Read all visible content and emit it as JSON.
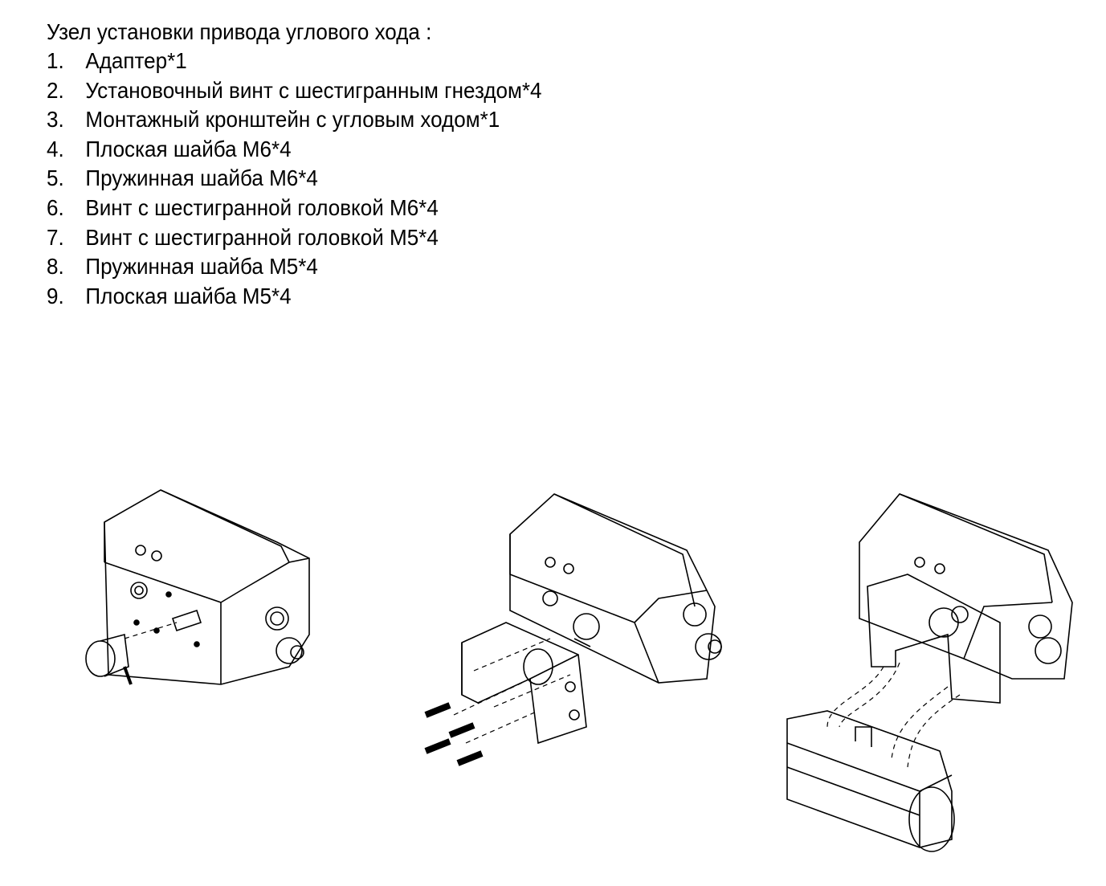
{
  "heading": "Узел установки привода углового хода :",
  "items": [
    {
      "num": "1.",
      "text": "Адаптер*1"
    },
    {
      "num": "2.",
      "text": "Установочный винт с шестигранным гнездом*4"
    },
    {
      "num": "3.",
      "text": "Монтажный кронштейн с угловым ходом*1"
    },
    {
      "num": "4.",
      "text": "Плоская шайба M6*4"
    },
    {
      "num": "5.",
      "text": "Пружинная шайба M6*4"
    },
    {
      "num": "6.",
      "text": "Винт с шестигранной головкой M6*4"
    },
    {
      "num": "7.",
      "text": "Винт с шестигранной головкой M5*4"
    },
    {
      "num": "8.",
      "text": "Пружинная шайба M5*4"
    },
    {
      "num": "9.",
      "text": "Плоская шайба M5*4"
    }
  ]
}
